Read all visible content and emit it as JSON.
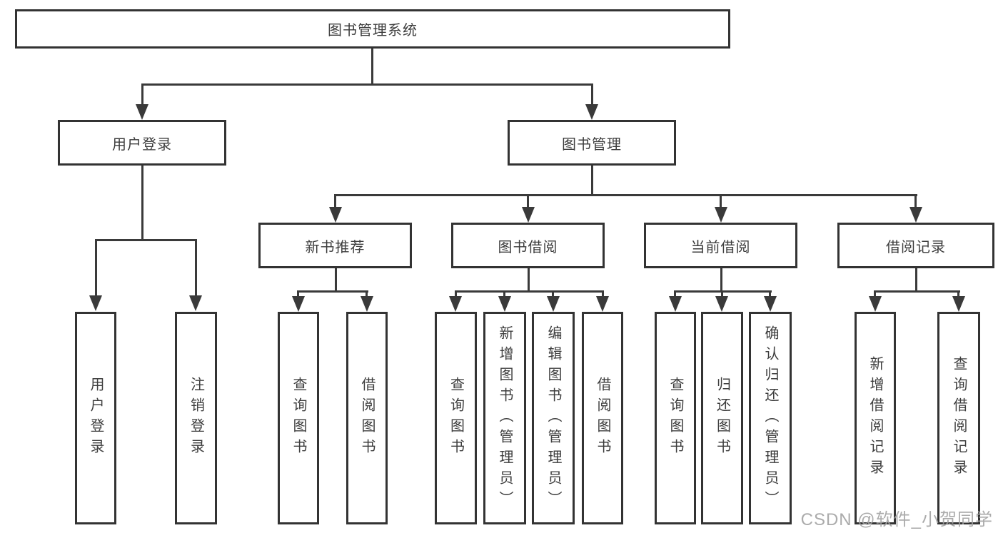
{
  "root": {
    "label": "图书管理系统"
  },
  "level2": {
    "user_login": {
      "label": "用户登录"
    },
    "book_mgmt": {
      "label": "图书管理"
    }
  },
  "level3": {
    "new_book": {
      "label": "新书推荐"
    },
    "borrow": {
      "label": "图书借阅"
    },
    "current": {
      "label": "当前借阅"
    },
    "record": {
      "label": "借阅记录"
    }
  },
  "leaves": {
    "user_login": {
      "label": "用户登录"
    },
    "logout": {
      "label": "注销登录"
    },
    "nb_query": {
      "label": "查询图书"
    },
    "nb_borrow": {
      "label": "借阅图书"
    },
    "bb_query": {
      "label": "查询图书"
    },
    "bb_add": {
      "label": "新增图书（管理员）"
    },
    "bb_edit": {
      "label": "编辑图书（管理员）"
    },
    "bb_borrow": {
      "label": "借阅图书"
    },
    "cb_query": {
      "label": "查询图书"
    },
    "cb_return": {
      "label": "归还图书"
    },
    "cb_confirm": {
      "label": "确认归还（管理员）"
    },
    "br_add": {
      "label": "新增借阅记录"
    },
    "br_query": {
      "label": "查询借阅记录"
    }
  },
  "watermark": {
    "text": "CSDN @软件_小贺同学"
  },
  "colors": {
    "line": "#3a3a3a",
    "border": "#333333",
    "text": "#3d3d3d",
    "watermark": "#a3a3a3",
    "background": "#ffffff"
  }
}
